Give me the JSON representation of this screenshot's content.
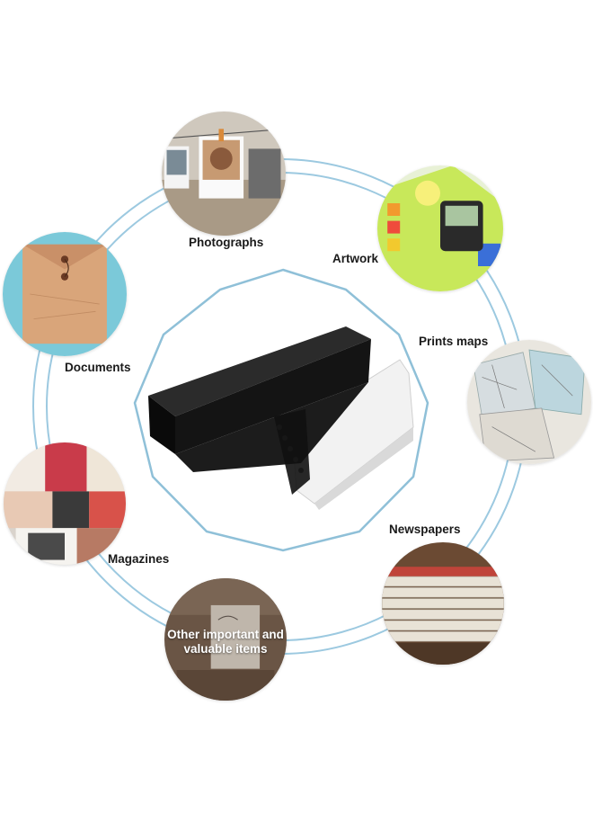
{
  "colors": {
    "ring": "#9cc9e0",
    "octagon": "#8fc0d8",
    "label": "#1a1a1a"
  },
  "center": {
    "icon": "black-archival-storage-box"
  },
  "items": [
    {
      "key": "photographs",
      "label": "Photographs",
      "icon": "photograph-clothesline-image"
    },
    {
      "key": "artwork",
      "label": "Artwork",
      "icon": "color-chart-image"
    },
    {
      "key": "prints_maps",
      "label": "Prints maps",
      "icon": "maps-image"
    },
    {
      "key": "newspapers",
      "label": "Newspapers",
      "icon": "newspaper-stack-image"
    },
    {
      "key": "other",
      "label": "Other important and valuable items",
      "icon": "card-on-wood-image"
    },
    {
      "key": "magazines",
      "label": "Magazines",
      "icon": "magazine-covers-image"
    },
    {
      "key": "documents",
      "label": "Documents",
      "icon": "kraft-envelope-image"
    }
  ]
}
